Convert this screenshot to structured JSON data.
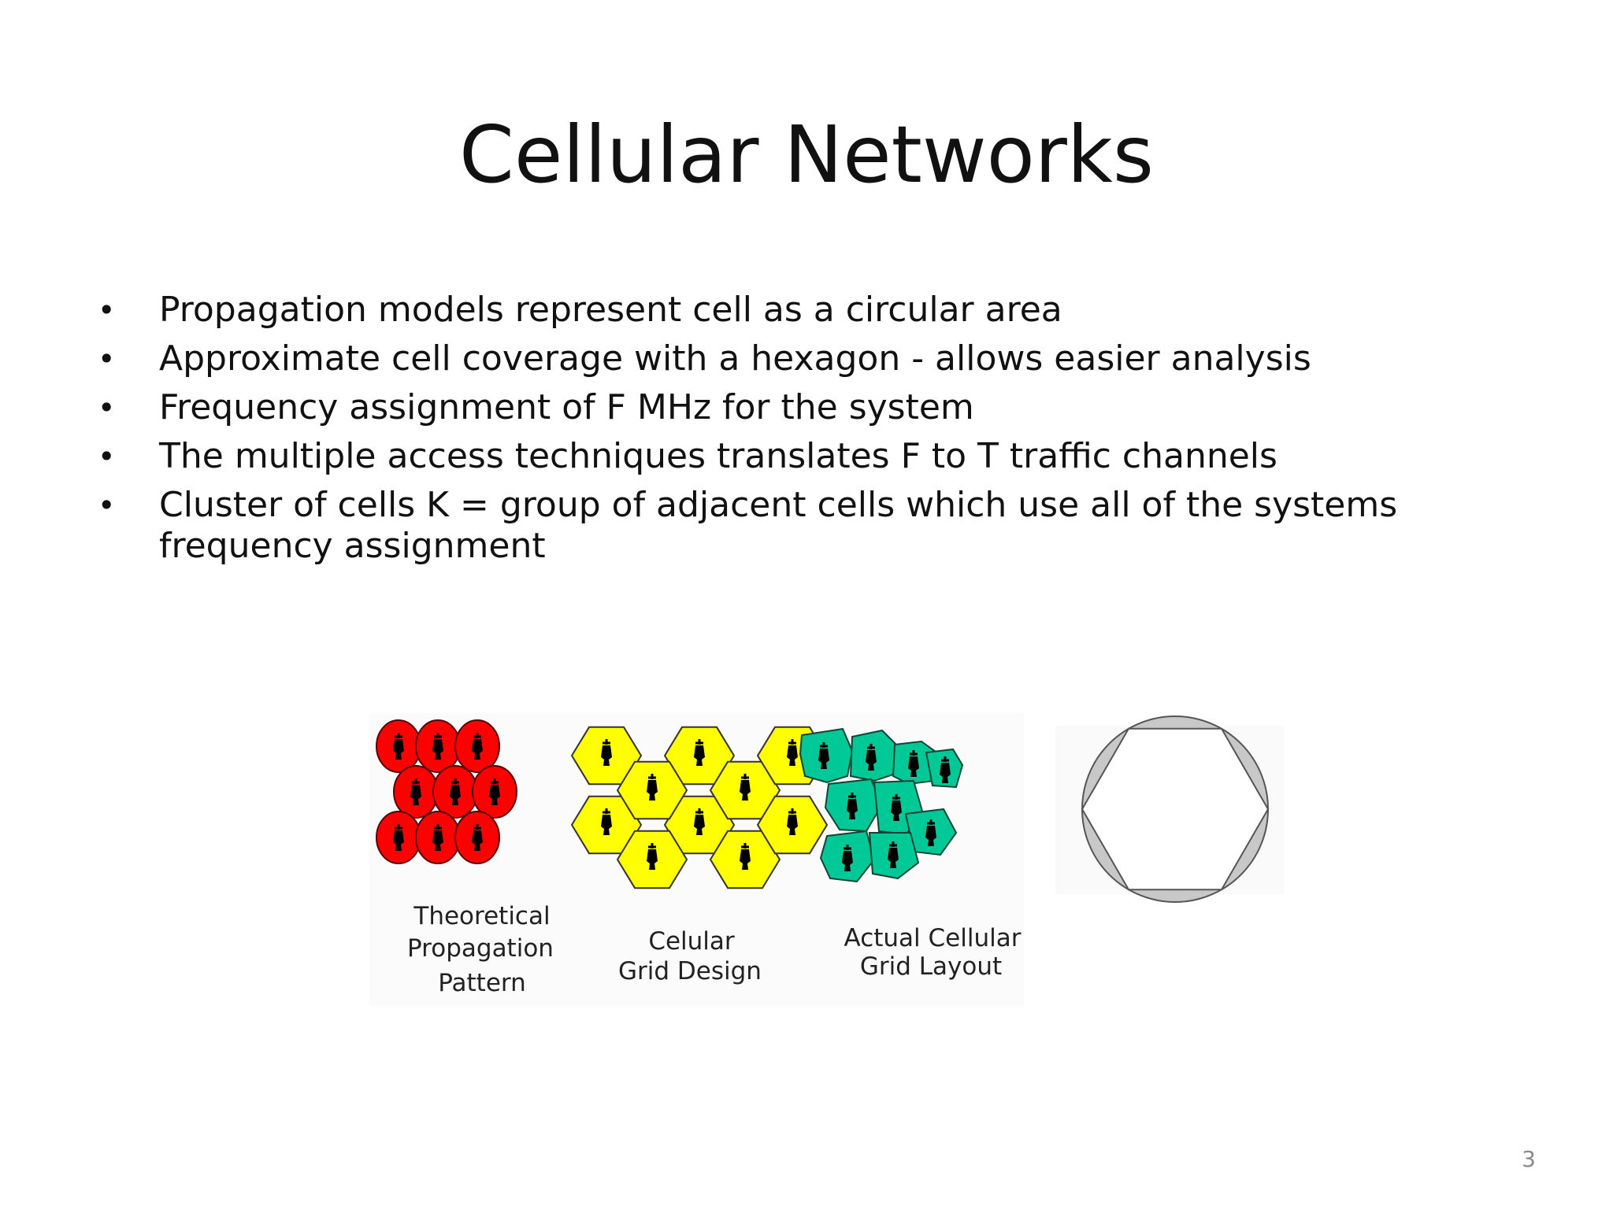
{
  "slide": {
    "title": "Cellular Networks",
    "bullets": [
      "Propagation models represent cell as a circular area",
      "Approximate cell coverage with a hexagon - allows easier analysis",
      "Frequency assignment of F MHz for the system",
      "The multiple access techniques translates F to T traffic channels",
      "Cluster of cells K = group of adjacent cells which use all of the systems frequency assignment"
    ],
    "page_number": "3"
  },
  "figure": {
    "panels": [
      {
        "label_lines": [
          "Theoretical",
          "Propagation",
          "Pattern"
        ],
        "color": "#ff0000",
        "shape": "circle"
      },
      {
        "label_lines": [
          "Celular",
          "Grid Design"
        ],
        "color": "#ffff00",
        "shape": "hexagon"
      },
      {
        "label_lines": [
          "Actual Cellular",
          "Grid Layout"
        ],
        "color": "#00c896",
        "shape": "irregular"
      },
      {
        "label_lines": [],
        "color": "#c8c8c8",
        "shape": "hexagon-in-circle"
      }
    ],
    "icon": "antenna-tower-icon"
  }
}
